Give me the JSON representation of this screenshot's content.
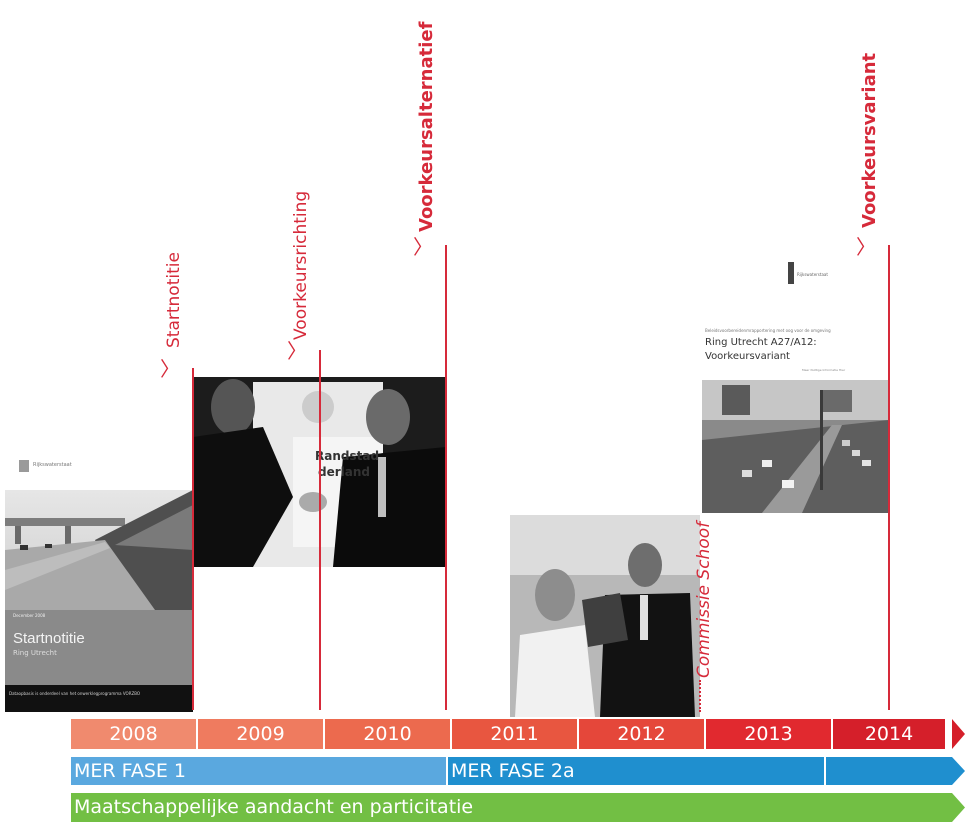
{
  "milestones": {
    "startnotitie": "Startnotitie",
    "voorkeursrichting": "Voorkeursrichting",
    "voorkeursalternatief": "Voorkeursalternatief",
    "commissie": "Commissie Schoof",
    "voorkeursvariant": "Voorkeursvariant"
  },
  "doc1": {
    "agency": "Rijkswaterstaat",
    "date": "December 2008",
    "title": "Startnotitie",
    "subtitle": "Ring Utrecht",
    "footer": "Dataopbasis is onderdeel van het onwerklegprogramma VORZBO"
  },
  "doc2": {
    "agency": "Rijkswaterstaat",
    "kicker": "Beleidsvoorbereidenmrapportering met oog voor de omgeving",
    "title_line1": "Ring Utrecht A27/A12:",
    "title_line2": "Voorkeursvariant",
    "meta": "Meer Nuttige Informatie Hier"
  },
  "photo1": {
    "sign_line1": "Randstad",
    "sign_line2": "derland"
  },
  "years": [
    "2008",
    "2009",
    "2010",
    "2011",
    "2012",
    "2013",
    "2014"
  ],
  "year_colors": [
    "#f08a6e",
    "#ef7b5f",
    "#ec6a4e",
    "#e85640",
    "#e5473a",
    "#e1292f",
    "#d51f2a"
  ],
  "phases": {
    "mer1": "MER FASE 1",
    "mer2a": "MER FASE 2a",
    "maatschappelijk": "Maatschappelijke aandacht en particitatie"
  },
  "colors": {
    "accent": "#d62a3a",
    "mer1": "#5aa8df",
    "mer2a": "#1f8fcf",
    "green": "#72bf44"
  }
}
